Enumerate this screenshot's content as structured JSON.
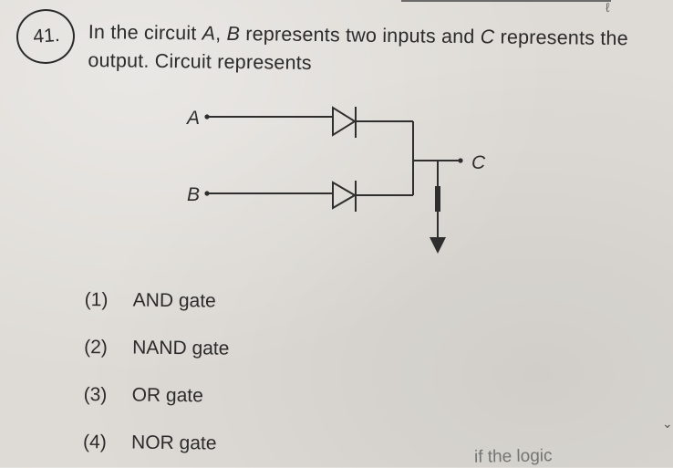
{
  "question": {
    "number": "41.",
    "text_part1": "In the circuit ",
    "var_a": "A",
    "text_comma": ", ",
    "var_b": "B",
    "text_part2": " represents two inputs and ",
    "var_c": "C",
    "text_part3": " represents the output. Circuit represents"
  },
  "circuit": {
    "input_a": "A",
    "input_b": "B",
    "output": "C"
  },
  "options": [
    {
      "num": "(1)",
      "label": "AND gate"
    },
    {
      "num": "(2)",
      "label": "NAND gate"
    },
    {
      "num": "(3)",
      "label": "OR gate"
    },
    {
      "num": "(4)",
      "label": "NOR gate"
    }
  ],
  "bottom_fragment": "if the logic",
  "top_mark": "ℓ"
}
